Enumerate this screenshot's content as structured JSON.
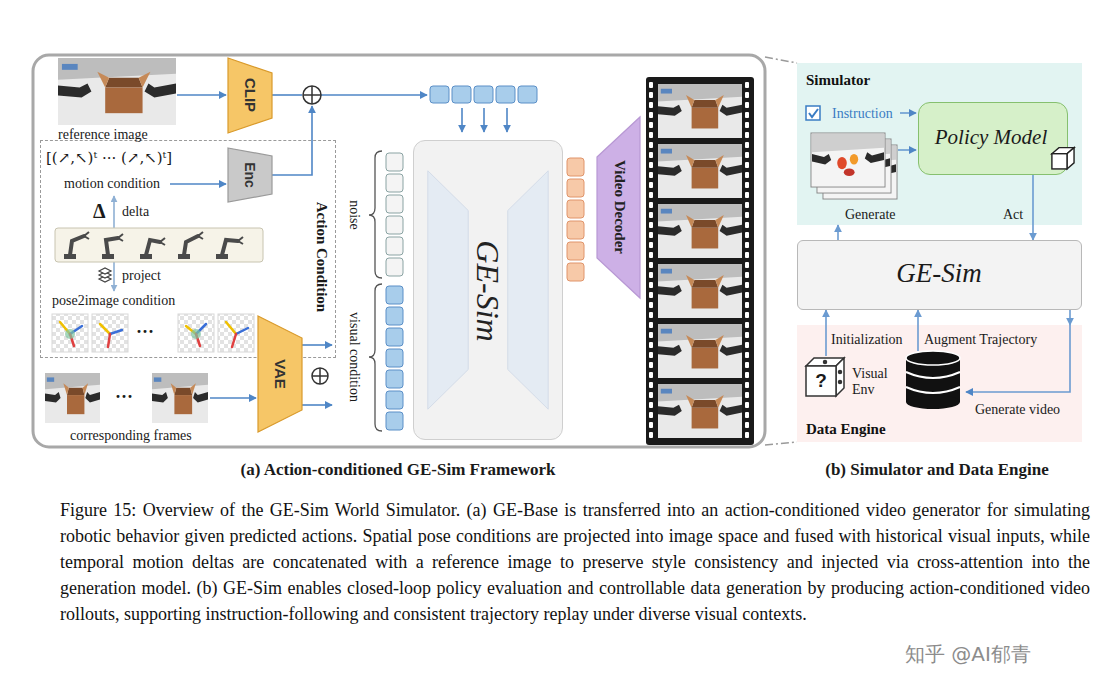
{
  "diagram": {
    "caption": "Figure 15: Overview of the GE-Sim World Simulator. (a) GE-Base is transferred into an action-conditioned video generator for simulating robotic behavior given predicted actions. Spatial pose conditions are projected into image space and fused with historical visual inputs, while temporal motion deltas are concatenated with a reference image to preserve style consistency and injected via cross-attention into the generation model. (b) GE-Sim enables closed-loop policy evaluation and controllable data generation by producing action-conditioned video rollouts, supporting instruction-following and consistent trajectory replay under diverse visual contexts.",
    "nodes": [
      {
        "text": [
          "CLIP"
        ]
      },
      {
        "text": [
          "Action Condition"
        ]
      },
      {
        "text": [
          "Enc"
        ],
        "in": 1
      },
      {
        "text": [
          "VAE"
        ]
      },
      {
        "text": [
          "GE-Sim"
        ]
      },
      {
        "text": [
          "Video Decoder"
        ]
      },
      {
        "text": [
          "Simulator"
        ]
      },
      {
        "text": [
          "Policy Model"
        ],
        "in": 6
      },
      {
        "text": [
          "GE-Sim"
        ]
      },
      {
        "text": [
          "Data Engine"
        ]
      }
    ],
    "edges": [
      {
        "from": 8,
        "to": 6,
        "arrow": "to"
      },
      {
        "from": 7,
        "to": 8,
        "arrow": "to"
      },
      {
        "from": 9,
        "to": 8,
        "arrow": "to"
      },
      {
        "from": 9,
        "to": 8,
        "arrow": "to"
      },
      {
        "from": 8,
        "to": 9,
        "arrow": "to"
      }
    ],
    "labels": [
      "reference image",
      "[(↗,↖)ᵗ ··· (↗,↖)ᵗ]",
      "motion condition",
      "Δ",
      "delta",
      "project",
      "pose2image condition",
      "···",
      "···",
      "corresponding frames",
      "noise",
      "visual condition",
      "(a) Action-conditioned GE-Sim Framework",
      "Instruction",
      "Generate",
      "Act",
      "Initialization",
      "Augment Trajectory",
      "?",
      "Visual Env",
      "Generate video",
      "(b) Simulator and Data Engine",
      "知乎 @AI郁青"
    ]
  }
}
